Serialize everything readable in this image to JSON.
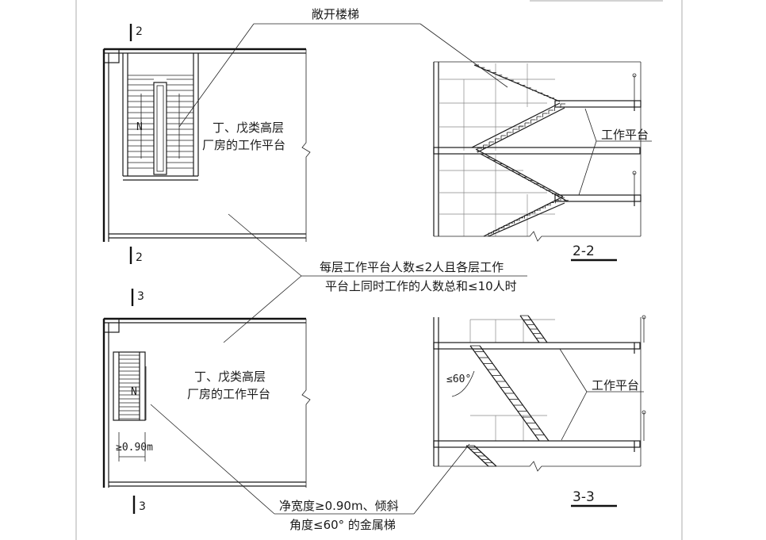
{
  "labels": {
    "open_stair": "敞开楼梯",
    "platform_area_top": [
      "丁、戊类高层",
      "厂房的工作平台"
    ],
    "platform_area_bottom": [
      "丁、戊类高层",
      "厂房的工作平台"
    ],
    "work_platform_right_top": "工作平台",
    "work_platform_right_bottom": "工作平台",
    "condition": [
      "每层工作平台人数≤2人且各层工作",
      "平台上同时工作的人数总和≤10人时"
    ],
    "metal_ladder": [
      "净宽度≥0.90m、倾斜",
      "角度≤60° 的金属梯"
    ],
    "angle": "≤60°",
    "width": "≥0.90m",
    "section_2_2": "2-2",
    "section_3_3": "3-3",
    "cut_mark_2": "2",
    "cut_mark_3": "3"
  }
}
